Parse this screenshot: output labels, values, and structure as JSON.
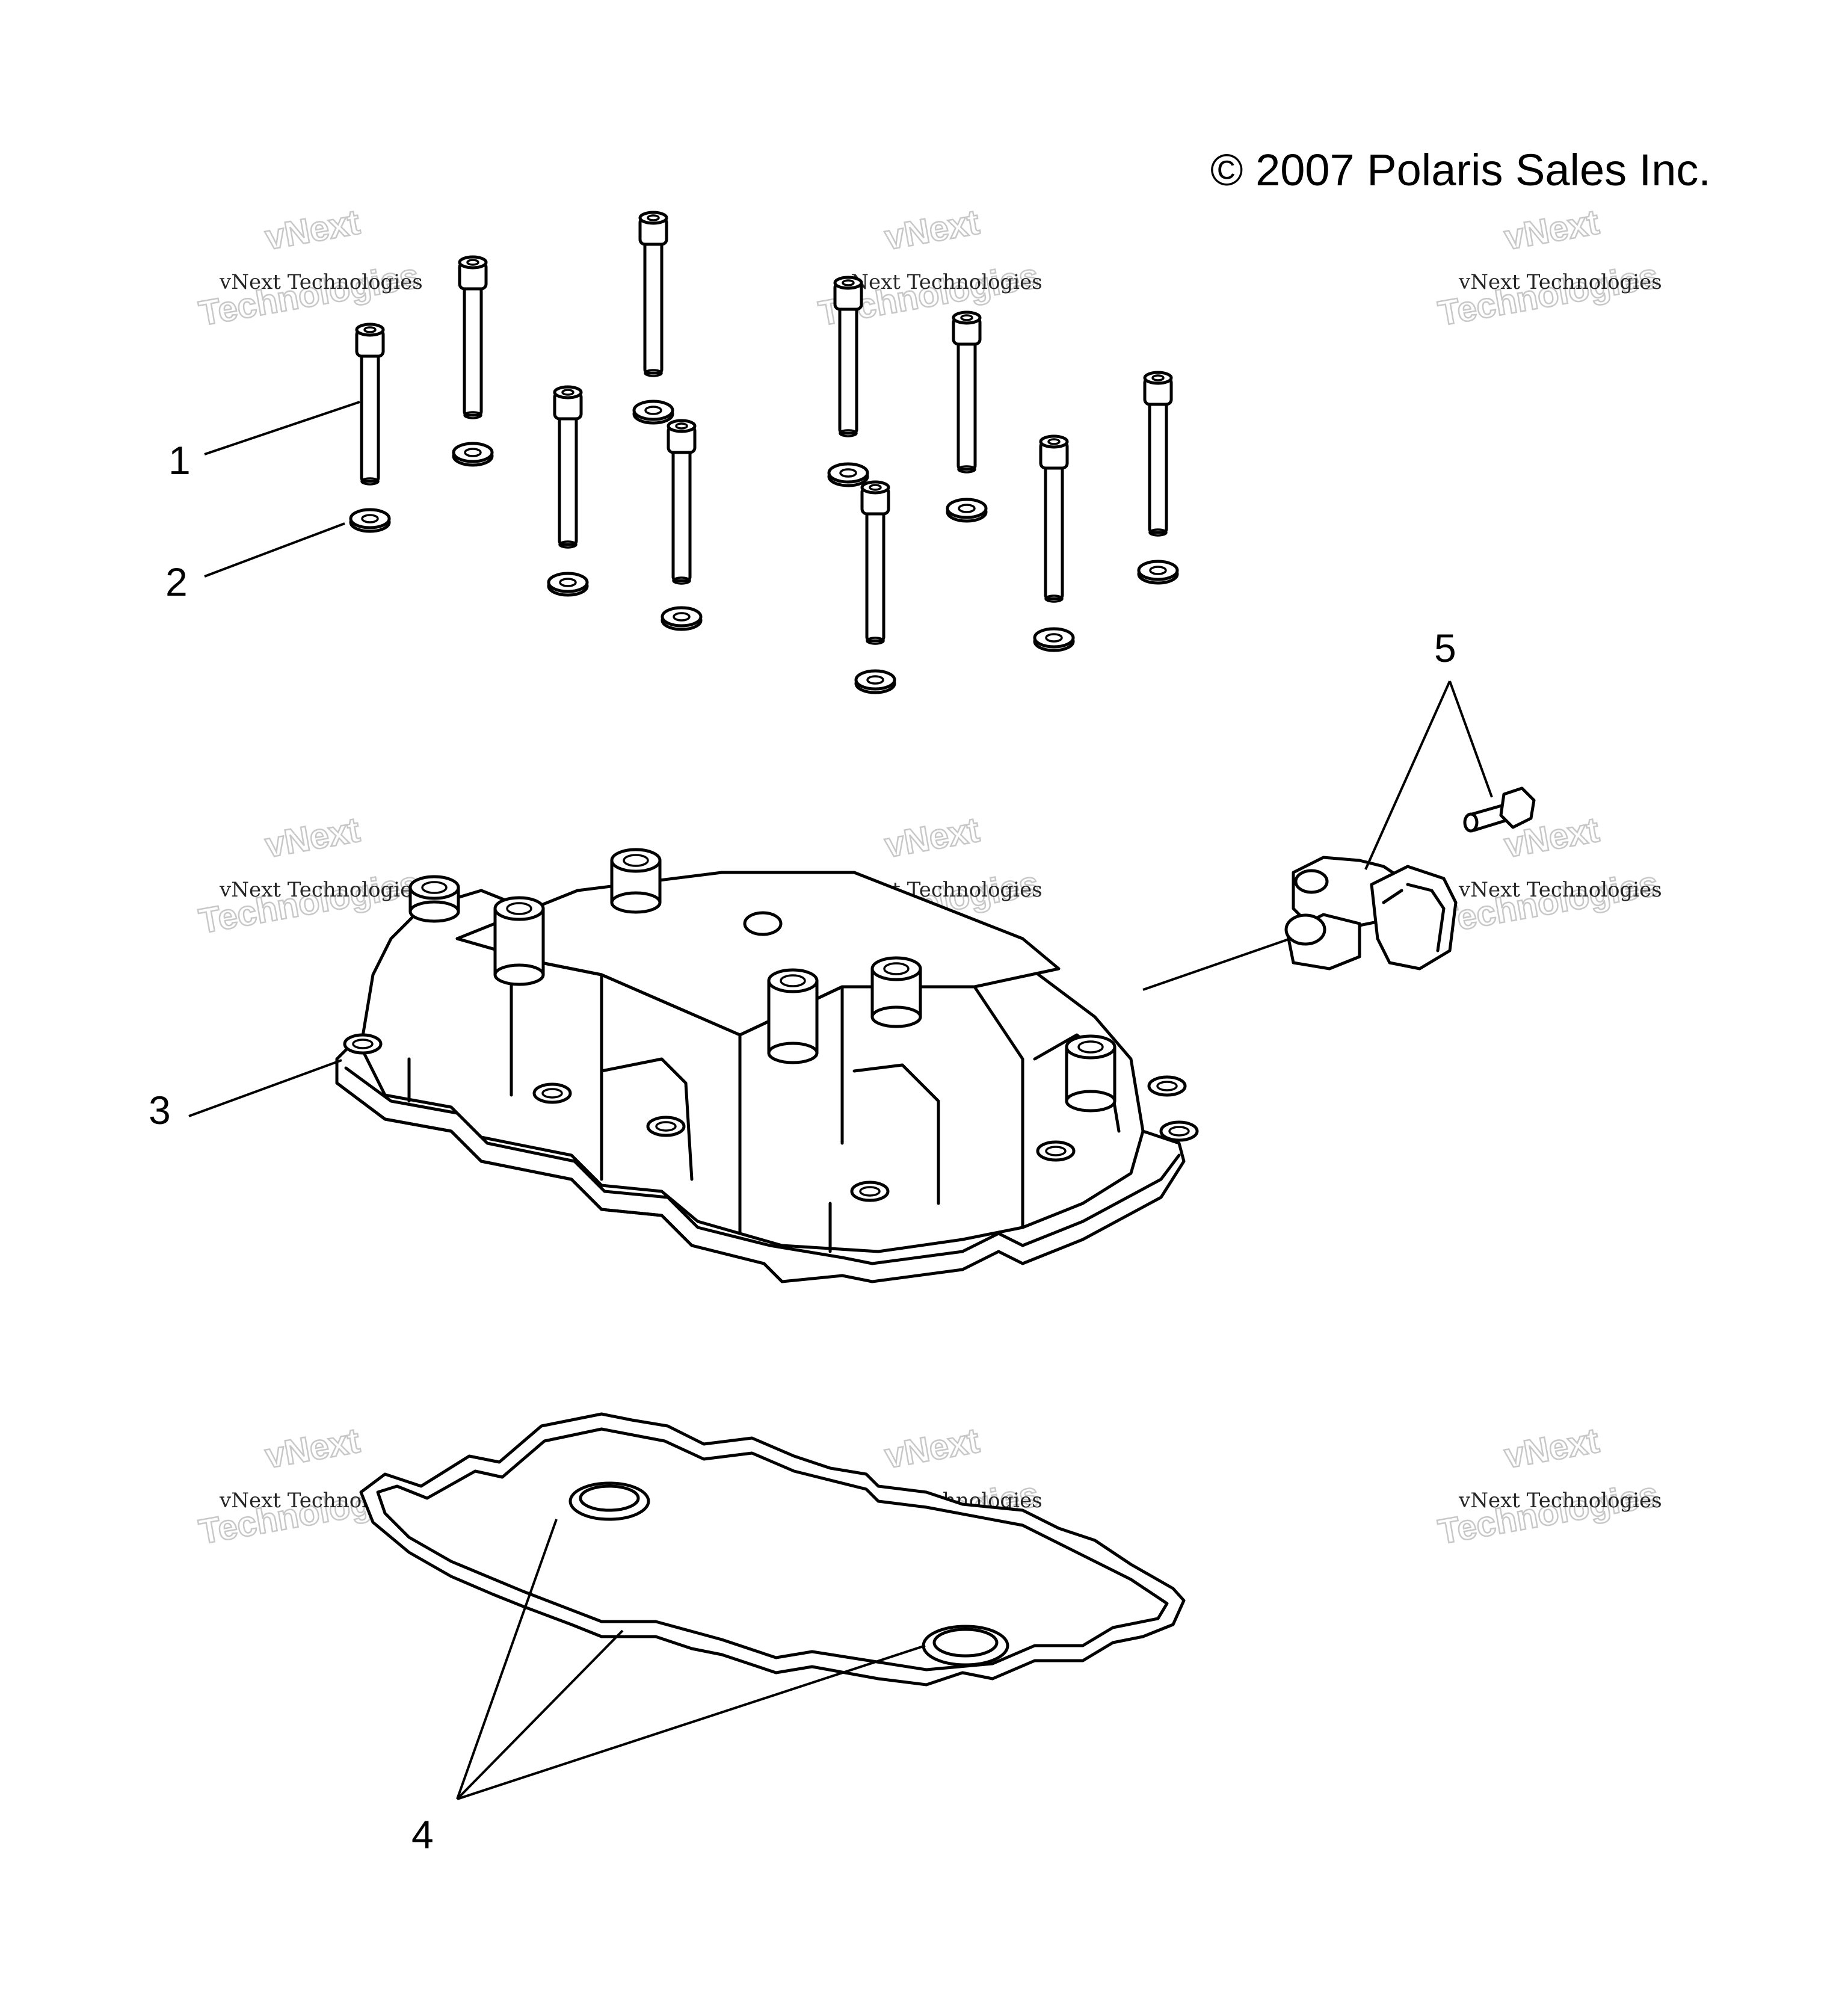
{
  "copyright": "© 2007 Polaris Sales Inc.",
  "callouts": [
    {
      "id": "1",
      "label": "1"
    },
    {
      "id": "2",
      "label": "2"
    },
    {
      "id": "3",
      "label": "3"
    },
    {
      "id": "4",
      "label": "4"
    },
    {
      "id": "5",
      "label": "5"
    }
  ],
  "watermark": {
    "brand": "vNext",
    "line": "vNext Technologies",
    "big": "Technologies"
  }
}
